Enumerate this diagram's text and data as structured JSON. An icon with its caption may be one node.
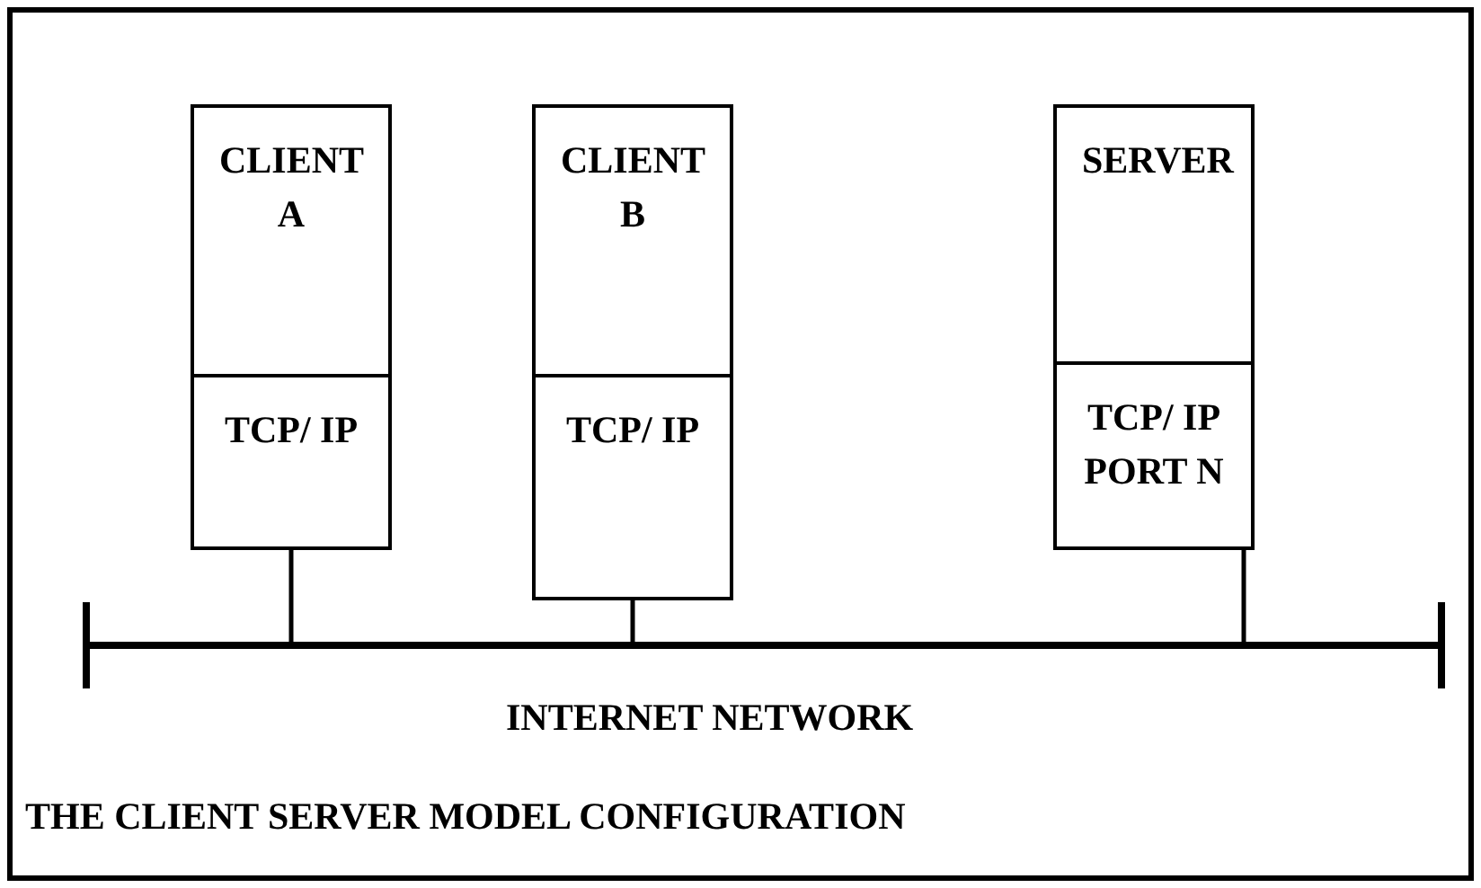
{
  "diagram": {
    "caption": "THE CLIENT SERVER MODEL CONFIGURATION",
    "nodes": [
      {
        "text": [
          "CLIENT A",
          "TCP/ IP"
        ]
      },
      {
        "text": [
          "CLIENT B",
          "TCP/ IP"
        ]
      },
      {
        "text": [
          "SERVER",
          "TCP/ IP PORT N"
        ]
      },
      {
        "text": [],
        "shape": "bar",
        "beside": [
          "INTERNET NETWORK"
        ]
      }
    ],
    "edges": [
      {
        "from": 0,
        "to": 3,
        "arrow": "none"
      },
      {
        "from": 1,
        "to": 3,
        "arrow": "none"
      },
      {
        "from": 2,
        "to": 3,
        "arrow": "none"
      }
    ]
  }
}
